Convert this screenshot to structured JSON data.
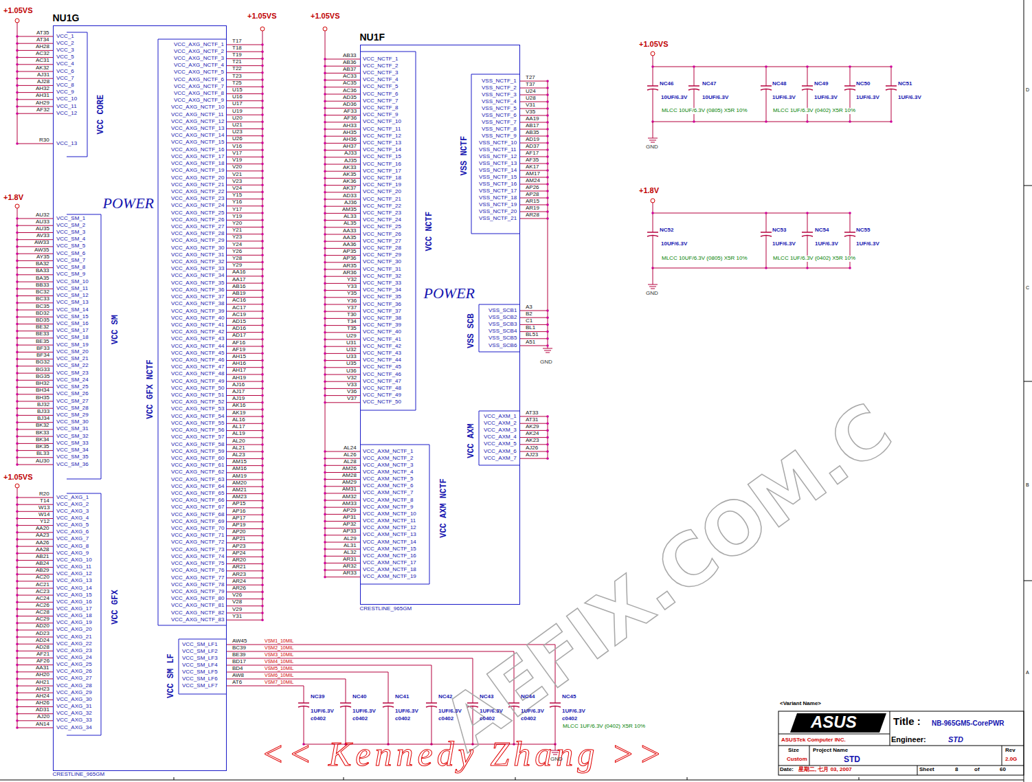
{
  "diagram": {
    "nodes": [
      {
        "text": [
          "NU1G",
          "VCC CORE",
          "VCC SM",
          "VCC GFX",
          "VCC GFX NCTF",
          "VCC SM LF",
          "POWER",
          "CRESTLINE_965GM"
        ]
      },
      {
        "text": [
          "NU1F",
          "VCC NCTF",
          "VSS NCTF",
          "POWER",
          "VSS SCB",
          "VCC AXM",
          "VCC AXM NCTF",
          "CRESTLINE_965GM"
        ]
      }
    ],
    "labels": [
      "AT35",
      "VCC_1",
      "AT34",
      "VCC_2",
      "AH28",
      "VCC_3",
      "AC32",
      "VCC_5",
      "AC31",
      "VCC_4",
      "AK32",
      "VCC_6",
      "AJ31",
      "VCC_7",
      "AJ28",
      "VCC_8",
      "AH32",
      "VCC_9",
      "AH31",
      "VCC_10",
      "AH29",
      "VCC_11",
      "AF32",
      "VCC_12",
      "R30",
      "VCC_13",
      "AU32",
      "VCC_SM_1",
      "AU33",
      "VCC_SM_2",
      "AU35",
      "VCC_SM_3",
      "AV33",
      "VCC_SM_4",
      "AW33",
      "VCC_SM_5",
      "AW35",
      "VCC_SM_6",
      "AY35",
      "VCC_SM_7",
      "BA32",
      "VCC_SM_8",
      "BA33",
      "VCC_SM_9",
      "BA35",
      "VCC_SM_10",
      "BB33",
      "VCC_SM_11",
      "BC32",
      "VCC_SM_12",
      "BC33",
      "VCC_SM_13",
      "BC35",
      "VCC_SM_14",
      "BD32",
      "VCC_SM_15",
      "BD35",
      "VCC_SM_16",
      "BE32",
      "VCC_SM_17",
      "BE33",
      "VCC_SM_18",
      "BE35",
      "VCC_SM_19",
      "BF33",
      "VCC_SM_20",
      "BF34",
      "VCC_SM_21",
      "BG32",
      "VCC_SM_22",
      "BG33",
      "VCC_SM_23",
      "BG35",
      "VCC_SM_24",
      "BH32",
      "VCC_SM_25",
      "BH34",
      "VCC_SM_26",
      "BH35",
      "VCC_SM_27",
      "BJ32",
      "VCC_SM_28",
      "BJ33",
      "VCC_SM_29",
      "BJ34",
      "VCC_SM_30",
      "BK32",
      "VCC_SM_31",
      "BK33",
      "VCC_SM_32",
      "BK34",
      "VCC_SM_33",
      "BK35",
      "VCC_SM_34",
      "BL33",
      "VCC_SM_35",
      "AU30",
      "VCC_SM_36",
      "R20",
      "VCC_AXG_1",
      "T14",
      "VCC_AXG_2",
      "W13",
      "VCC_AXG_3",
      "W14",
      "VCC_AXG_4",
      "Y12",
      "VCC_AXG_5",
      "AA20",
      "VCC_AXG_6",
      "AA23",
      "VCC_AXG_7",
      "AA26",
      "VCC_AXG_8",
      "AA28",
      "VCC_AXG_9",
      "AB21",
      "VCC_AXG_10",
      "AB24",
      "VCC_AXG_11",
      "AB29",
      "VCC_AXG_12",
      "AC20",
      "VCC_AXG_13",
      "AC21",
      "VCC_AXG_14",
      "AC23",
      "VCC_AXG_15",
      "AC24",
      "VCC_AXG_16",
      "AC26",
      "VCC_AXG_17",
      "AC28",
      "VCC_AXG_18",
      "AC29",
      "VCC_AXG_19",
      "AD20",
      "VCC_AXG_20",
      "AD23",
      "VCC_AXG_21",
      "AD24",
      "VCC_AXG_22",
      "AD28",
      "VCC_AXG_23",
      "AF21",
      "VCC_AXG_24",
      "AF26",
      "VCC_AXG_25",
      "AA31",
      "VCC_AXG_26",
      "AH20",
      "VCC_AXG_27",
      "AH21",
      "VCC_AXG_28",
      "AH23",
      "VCC_AXG_29",
      "AH24",
      "VCC_AXG_30",
      "AH26",
      "VCC_AXG_31",
      "AD31",
      "VCC_AXG_32",
      "AJ20",
      "VCC_AXG_33",
      "AN14",
      "VCC_AXG_34",
      "T17",
      "VCC_AXG_NCTF_1",
      "T18",
      "VCC_AXG_NCTF_2",
      "T19",
      "VCC_AXG_NCTF_3",
      "T21",
      "VCC_AXG_NCTF_4",
      "T22",
      "VCC_AXG_NCTF_5",
      "T23",
      "VCC_AXG_NCTF_6",
      "T25",
      "VCC_AXG_NCTF_7",
      "U15",
      "VCC_AXG_NCTF_8",
      "U16",
      "VCC_AXG_NCTF_9",
      "U17",
      "VCC_AXG_NCTF_10",
      "U19",
      "VCC_AXG_NCTF_11",
      "U20",
      "VCC_AXG_NCTF_12",
      "U21",
      "VCC_AXG_NCTF_13",
      "U23",
      "VCC_AXG_NCTF_14",
      "U26",
      "VCC_AXG_NCTF_15",
      "V16",
      "VCC_AXG_NCTF_16",
      "V17",
      "VCC_AXG_NCTF_17",
      "V19",
      "VCC_AXG_NCTF_18",
      "V20",
      "VCC_AXG_NCTF_19",
      "V21",
      "VCC_AXG_NCTF_20",
      "V23",
      "VCC_AXG_NCTF_21",
      "V24",
      "VCC_AXG_NCTF_22",
      "Y15",
      "VCC_AXG_NCTF_23",
      "Y16",
      "VCC_AXG_NCTF_24",
      "Y17",
      "VCC_AXG_NCTF_25",
      "Y19",
      "VCC_AXG_NCTF_26",
      "Y20",
      "VCC_AXG_NCTF_27",
      "Y21",
      "VCC_AXG_NCTF_28",
      "Y23",
      "VCC_AXG_NCTF_29",
      "Y24",
      "VCC_AXG_NCTF_30",
      "Y26",
      "VCC_AXG_NCTF_31",
      "Y28",
      "VCC_AXG_NCTF_32",
      "Y29",
      "VCC_AXG_NCTF_33",
      "AA16",
      "VCC_AXG_NCTF_34",
      "AA17",
      "VCC_AXG_NCTF_35",
      "AB16",
      "VCC_AXG_NCTF_36",
      "AB19",
      "VCC_AXG_NCTF_37",
      "AC16",
      "VCC_AXG_NCTF_38",
      "AC17",
      "VCC_AXG_NCTF_39",
      "AC19",
      "VCC_AXG_NCTF_40",
      "AD15",
      "VCC_AXG_NCTF_41",
      "AD16",
      "VCC_AXG_NCTF_42",
      "AD17",
      "VCC_AXG_NCTF_43",
      "AF16",
      "VCC_AXG_NCTF_44",
      "AF19",
      "VCC_AXG_NCTF_45",
      "AH15",
      "VCC_AXG_NCTF_46",
      "AH16",
      "VCC_AXG_NCTF_47",
      "AH17",
      "VCC_AXG_NCTF_48",
      "AH19",
      "VCC_AXG_NCTF_49",
      "AJ16",
      "VCC_AXG_NCTF_50",
      "AJ17",
      "VCC_AXG_NCTF_51",
      "AJ19",
      "VCC_AXG_NCTF_52",
      "AK16",
      "VCC_AXG_NCTF_53",
      "AK19",
      "VCC_AXG_NCTF_54",
      "AL16",
      "VCC_AXG_NCTF_55",
      "AL17",
      "VCC_AXG_NCTF_56",
      "AL19",
      "VCC_AXG_NCTF_57",
      "AL20",
      "VCC_AXG_NCTF_58",
      "AL21",
      "VCC_AXG_NCTF_59",
      "AL23",
      "VCC_AXG_NCTF_60",
      "AM15",
      "VCC_AXG_NCTF_61",
      "AM16",
      "VCC_AXG_NCTF_62",
      "AM19",
      "VCC_AXG_NCTF_63",
      "AM20",
      "VCC_AXG_NCTF_64",
      "AM21",
      "VCC_AXG_NCTF_65",
      "AM23",
      "VCC_AXG_NCTF_66",
      "AP15",
      "VCC_AXG_NCTF_67",
      "AP16",
      "VCC_AXG_NCTF_68",
      "AP17",
      "VCC_AXG_NCTF_69",
      "AP19",
      "VCC_AXG_NCTF_70",
      "AP20",
      "VCC_AXG_NCTF_71",
      "AP21",
      "VCC_AXG_NCTF_72",
      "AP23",
      "VCC_AXG_NCTF_73",
      "AP24",
      "VCC_AXG_NCTF_74",
      "AR20",
      "VCC_AXG_NCTF_75",
      "AR21",
      "VCC_AXG_NCTF_76",
      "AR23",
      "VCC_AXG_NCTF_77",
      "AR24",
      "VCC_AXG_NCTF_78",
      "AR26",
      "VCC_AXG_NCTF_79",
      "V26",
      "VCC_AXG_NCTF_80",
      "V28",
      "VCC_AXG_NCTF_81",
      "V29",
      "VCC_AXG_NCTF_82",
      "Y31",
      "VCC_AXG_NCTF_83",
      "AW45",
      "VCC_SM_LF1",
      "BC39",
      "VCC_SM_LF2",
      "BE39",
      "VCC_SM_LF3",
      "BD17",
      "VCC_SM_LF4",
      "BD4",
      "VCC_SM_LF5",
      "AW8",
      "VCC_SM_LF6",
      "AT6",
      "VCC_SM_LF7",
      "AB33",
      "VCC_NCTF_1",
      "AB36",
      "VCC_NCTF_2",
      "AB37",
      "VCC_NCTF_3",
      "AC33",
      "VCC_NCTF_4",
      "AC35",
      "VCC_NCTF_5",
      "AC36",
      "VCC_NCTF_6",
      "AD35",
      "VCC_NCTF_7",
      "AD36",
      "VCC_NCTF_8",
      "AF33",
      "VCC_NCTF_9",
      "AF36",
      "VCC_NCTF_10",
      "AH33",
      "VCC_NCTF_11",
      "AH35",
      "VCC_NCTF_12",
      "AH36",
      "VCC_NCTF_13",
      "AH37",
      "VCC_NCTF_14",
      "AJ33",
      "VCC_NCTF_15",
      "AJ35",
      "VCC_NCTF_16",
      "AK33",
      "VCC_NCTF_17",
      "AK35",
      "VCC_NCTF_18",
      "AK36",
      "VCC_NCTF_19",
      "AK37",
      "VCC_NCTF_20",
      "AD33",
      "VCC_NCTF_21",
      "AJ36",
      "VCC_NCTF_22",
      "AM35",
      "VCC_NCTF_23",
      "AL33",
      "VCC_NCTF_24",
      "AL35",
      "VCC_NCTF_25",
      "AA33",
      "VCC_NCTF_26",
      "AA35",
      "VCC_NCTF_27",
      "AA36",
      "VCC_NCTF_28",
      "AP35",
      "VCC_NCTF_29",
      "AP36",
      "VCC_NCTF_30",
      "AR35",
      "VCC_NCTF_31",
      "AR36",
      "VCC_NCTF_32",
      "Y32",
      "VCC_NCTF_33",
      "Y33",
      "VCC_NCTF_34",
      "Y35",
      "VCC_NCTF_35",
      "Y36",
      "VCC_NCTF_36",
      "Y37",
      "VCC_NCTF_37",
      "T30",
      "VCC_NCTF_38",
      "T34",
      "VCC_NCTF_39",
      "T35",
      "VCC_NCTF_40",
      "U29",
      "VCC_NCTF_41",
      "U31",
      "VCC_NCTF_42",
      "U32",
      "VCC_NCTF_43",
      "U33",
      "VCC_NCTF_44",
      "U35",
      "VCC_NCTF_45",
      "U36",
      "VCC_NCTF_46",
      "V32",
      "VCC_NCTF_47",
      "V33",
      "VCC_NCTF_48",
      "V36",
      "VCC_NCTF_49",
      "V37",
      "VCC_NCTF_50",
      "T27",
      "VSS_NCTF_1",
      "T37",
      "VSS_NCTF_2",
      "U24",
      "VSS_NCTF_3",
      "U28",
      "VSS_NCTF_4",
      "V31",
      "VSS_NCTF_5",
      "V35",
      "VSS_NCTF_6",
      "AA19",
      "VSS_NCTF_7",
      "AB17",
      "VSS_NCTF_8",
      "AB35",
      "VSS_NCTF_9",
      "AD19",
      "VSS_NCTF_10",
      "AD37",
      "VSS_NCTF_11",
      "AF17",
      "VSS_NCTF_12",
      "AF35",
      "VSS_NCTF_13",
      "AK17",
      "VSS_NCTF_14",
      "AM17",
      "VSS_NCTF_15",
      "AM24",
      "VSS_NCTF_16",
      "AP26",
      "VSS_NCTF_17",
      "AP28",
      "VSS_NCTF_18",
      "AR15",
      "VSS_NCTF_19",
      "AR19",
      "VSS_NCTF_20",
      "AR28",
      "VSS_NCTF_21",
      "A3",
      "VSS_SCB1",
      "B2",
      "VSS_SCB2",
      "C1",
      "VSS_SCB3",
      "BL1",
      "VSS_SCB4",
      "BL51",
      "VSS_SCB5",
      "A51",
      "VSS_SCB6",
      "AT33",
      "VCC_AXM_1",
      "AT31",
      "VCC_AXM_2",
      "AK29",
      "VCC_AXM_3",
      "AK24",
      "VCC_AXM_4",
      "AK23",
      "VCC_AXM_5",
      "AJ26",
      "VCC_AXM_6",
      "AJ23",
      "VCC_AXM_7",
      "AL24",
      "VCC_AXM_NCTF_1",
      "AL26",
      "VCC_AXM_NCTF_2",
      "AL28",
      "VCC_AXM_NCTF_3",
      "AM26",
      "VCC_AXM_NCTF_4",
      "AM28",
      "VCC_AXM_NCTF_5",
      "AM29",
      "VCC_AXM_NCTF_6",
      "AM31",
      "VCC_AXM_NCTF_7",
      "AM32",
      "VCC_AXM_NCTF_8",
      "AM33",
      "VCC_AXM_NCTF_9",
      "AP29",
      "VCC_AXM_NCTF_10",
      "AP31",
      "VCC_AXM_NCTF_11",
      "AP32",
      "VCC_AXM_NCTF_12",
      "AP33",
      "VCC_AXM_NCTF_13",
      "AL29",
      "VCC_AXM_NCTF_14",
      "AL31",
      "VCC_AXM_NCTF_15",
      "AL32",
      "VCC_AXM_NCTF_16",
      "AR31",
      "VCC_AXM_NCTF_17",
      "AR32",
      "VCC_AXM_NCTF_18",
      "AR33",
      "VCC_AXM_NCTF_19",
      "+1.05VS",
      "+1.05VS",
      "+1.05VS",
      "+1.8V",
      "+1.05VS",
      "VSM1_10MIL",
      "VSM2_10MIL",
      "VSM3_10MIL",
      "VSM4_10MIL",
      "VSM5_10MIL",
      "VSM6_10MIL",
      "VSM7_10MIL",
      "GND",
      "+1.05VS",
      "NC46",
      "10UF/6.3V",
      "NC47",
      "10UF/6.3V",
      "NC48",
      "1UF/6.3V",
      "NC49",
      "1UF/6.3V",
      "NC50",
      "1UF/6.3V",
      "NC51",
      "1UF/6.3V",
      "MLCC 10UF/6.3V (0805) X5R 10%",
      "MLCC 1UF/6.3V (0402) X5R 10%",
      "GND",
      "+1.8V",
      "NC52",
      "10UF/6.3V",
      "NC53",
      "1UF/6.3V",
      "NC54",
      "1UF/6.3V",
      "NC55",
      "1UF/6.3V",
      "MLCC 10UF/6.3V (0805) X5R 10%",
      "MLCC 1UF/6.3V (0402) X5R 10%",
      "GND",
      "NC39",
      "1UF/6.3V",
      "c0402",
      "NC40",
      "1UF/6.3V",
      "c0402",
      "NC41",
      "1UF/6.3V",
      "c0402",
      "NC42",
      "1UF/6.3V",
      "c0402",
      "NC43",
      "1UF/6.3V",
      "c0402",
      "NC44",
      "1UF/6.3V",
      "c0402",
      "NC45",
      "1UF/6.3V",
      "c0402",
      "MLCC 1UF/6.3V (0402) X5R 10%",
      "GND",
      "<Variant Name>",
      "ASUS",
      "Title :",
      "NB-965GM5-CorePWR",
      "ASUSTek Computer INC.",
      "Engineer:",
      "STD",
      "Size",
      "Project Name",
      "Rev",
      "Custom",
      "STD",
      "2.0G",
      "Date:",
      "星期二, 七月 03, 2007",
      "Sheet",
      "8",
      "of",
      "60",
      "D",
      "C",
      "B",
      "A",
      "AEFIX.COM.C",
      "<< Kennedy Zhang >>"
    ]
  }
}
